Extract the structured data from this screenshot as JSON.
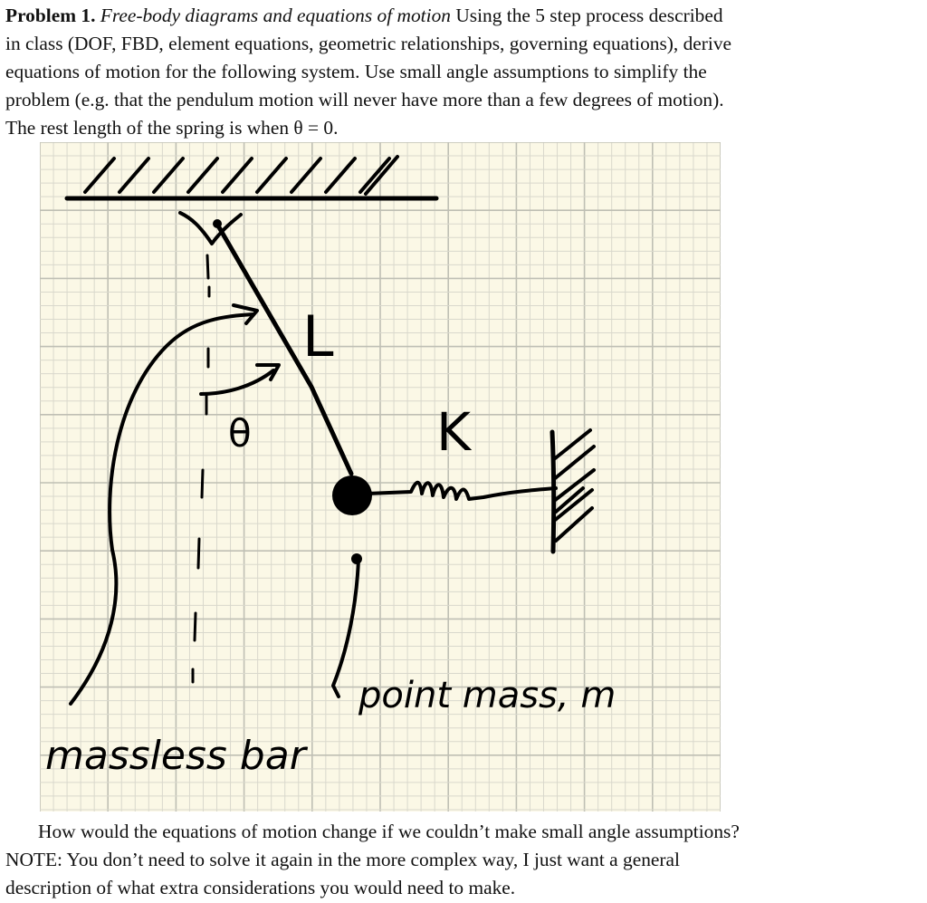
{
  "problem": {
    "heading": "Problem 1.",
    "title": "Free-body diagrams and equations of motion",
    "lines": [
      "Using the 5 step process described",
      "in class (DOF, FBD, element equations, geometric relationships, governing equations), derive",
      "equations of motion for the following system. Use small angle assumptions to simplify the",
      "problem (e.g. that the pendulum motion will never have more than a few degrees of motion).",
      "The rest length of the spring is when θ = 0."
    ]
  },
  "figure": {
    "labels": {
      "length": "L",
      "angle": "θ",
      "spring": "K",
      "mass": "point mass, m",
      "bar": "massless bar"
    }
  },
  "followup": {
    "lines": [
      "How would the equations of motion change if we couldn’t make small angle assumptions?",
      "NOTE: You don’t need to solve it again in the more complex way, I just want a general",
      "description of what extra considerations you would need to make."
    ]
  }
}
